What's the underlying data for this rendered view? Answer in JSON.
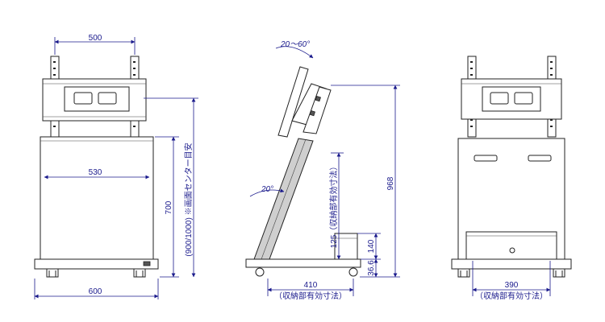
{
  "front_view": {
    "width_top": "500",
    "width_cabinet": "530",
    "width_base": "600",
    "height_cabinet": "700",
    "screen_center_note": "(900/1000) ※画面センター目安"
  },
  "side_view": {
    "tilt_range": "20～60°",
    "base_angle": "20°",
    "total_height": "968",
    "storage_height": "125（収納部有効寸法）",
    "shelf_height": "140",
    "caster_height": "36.6",
    "depth": "410",
    "depth_note": "（収納部有効寸法）"
  },
  "rear_view": {
    "inner_width": "390",
    "inner_width_note": "（収納部有効寸法）"
  },
  "colors": {
    "dimension": "#1a1a8c",
    "line": "#222222"
  }
}
